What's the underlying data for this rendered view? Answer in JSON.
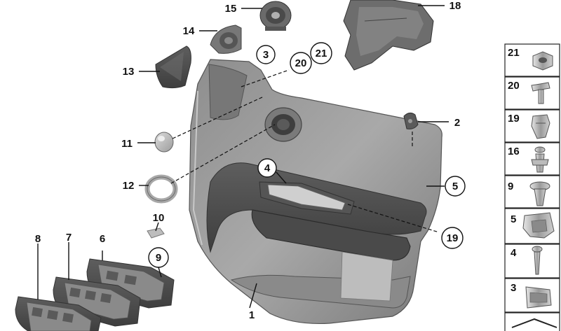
{
  "callouts": {
    "c1": "1",
    "c2": "2",
    "c3": "3",
    "c4": "4",
    "c5": "5",
    "c6": "6",
    "c7": "7",
    "c8": "8",
    "c9": "9",
    "c10": "10",
    "c11": "11",
    "c12": "12",
    "c13": "13",
    "c14": "14",
    "c15": "15",
    "c18": "18",
    "c19": "19",
    "c20": "20",
    "c21": "21"
  },
  "side_panel": [
    "21",
    "20",
    "19",
    "16",
    "9",
    "5",
    "4",
    "3"
  ],
  "colors": {
    "line": "#111111",
    "part_dark": "#6f6f6f",
    "part_mid": "#9a9a9a",
    "part_light": "#c9c9c9"
  }
}
